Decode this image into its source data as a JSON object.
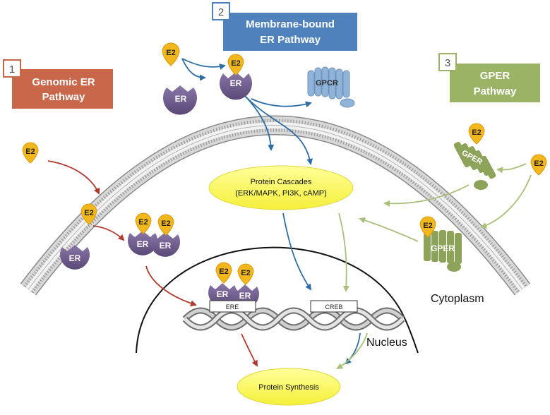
{
  "pathways": [
    {
      "number": "1",
      "title_line1": "Genomic ER",
      "title_line2": "Pathway",
      "color": "#c9674a"
    },
    {
      "number": "2",
      "title_line1": "Membrane-bound",
      "title_line2": "ER Pathway",
      "color": "#4f81bd"
    },
    {
      "number": "3",
      "title_line1": "GPER",
      "title_line2": "Pathway",
      "color": "#9bb365"
    }
  ],
  "labels": {
    "e2": "E2",
    "er": "ER",
    "gpcr": "GPCR",
    "gper": "GPER",
    "protein_cascades_line1": "Protein Cascades",
    "protein_cascades_line2": "(ERK/MAPK, PI3K, cAMP)",
    "ere": "ERE",
    "creb": "CREB",
    "nucleus": "Nucleus",
    "cytoplasm": "Cytoplasm",
    "protein_synthesis": "Protein Synthesis"
  },
  "colors": {
    "genomic_arrow": "#b03a2e",
    "membrane_arrow": "#2e6ca4",
    "gper_arrow": "#a8c07a",
    "er_receptor": "#6b5888",
    "e2_ligand": "#f2b71d",
    "gper_receptor": "#8ea35a",
    "gpcr_receptor": "#8fb3d9",
    "ellipse_fill": "#ffff66"
  }
}
